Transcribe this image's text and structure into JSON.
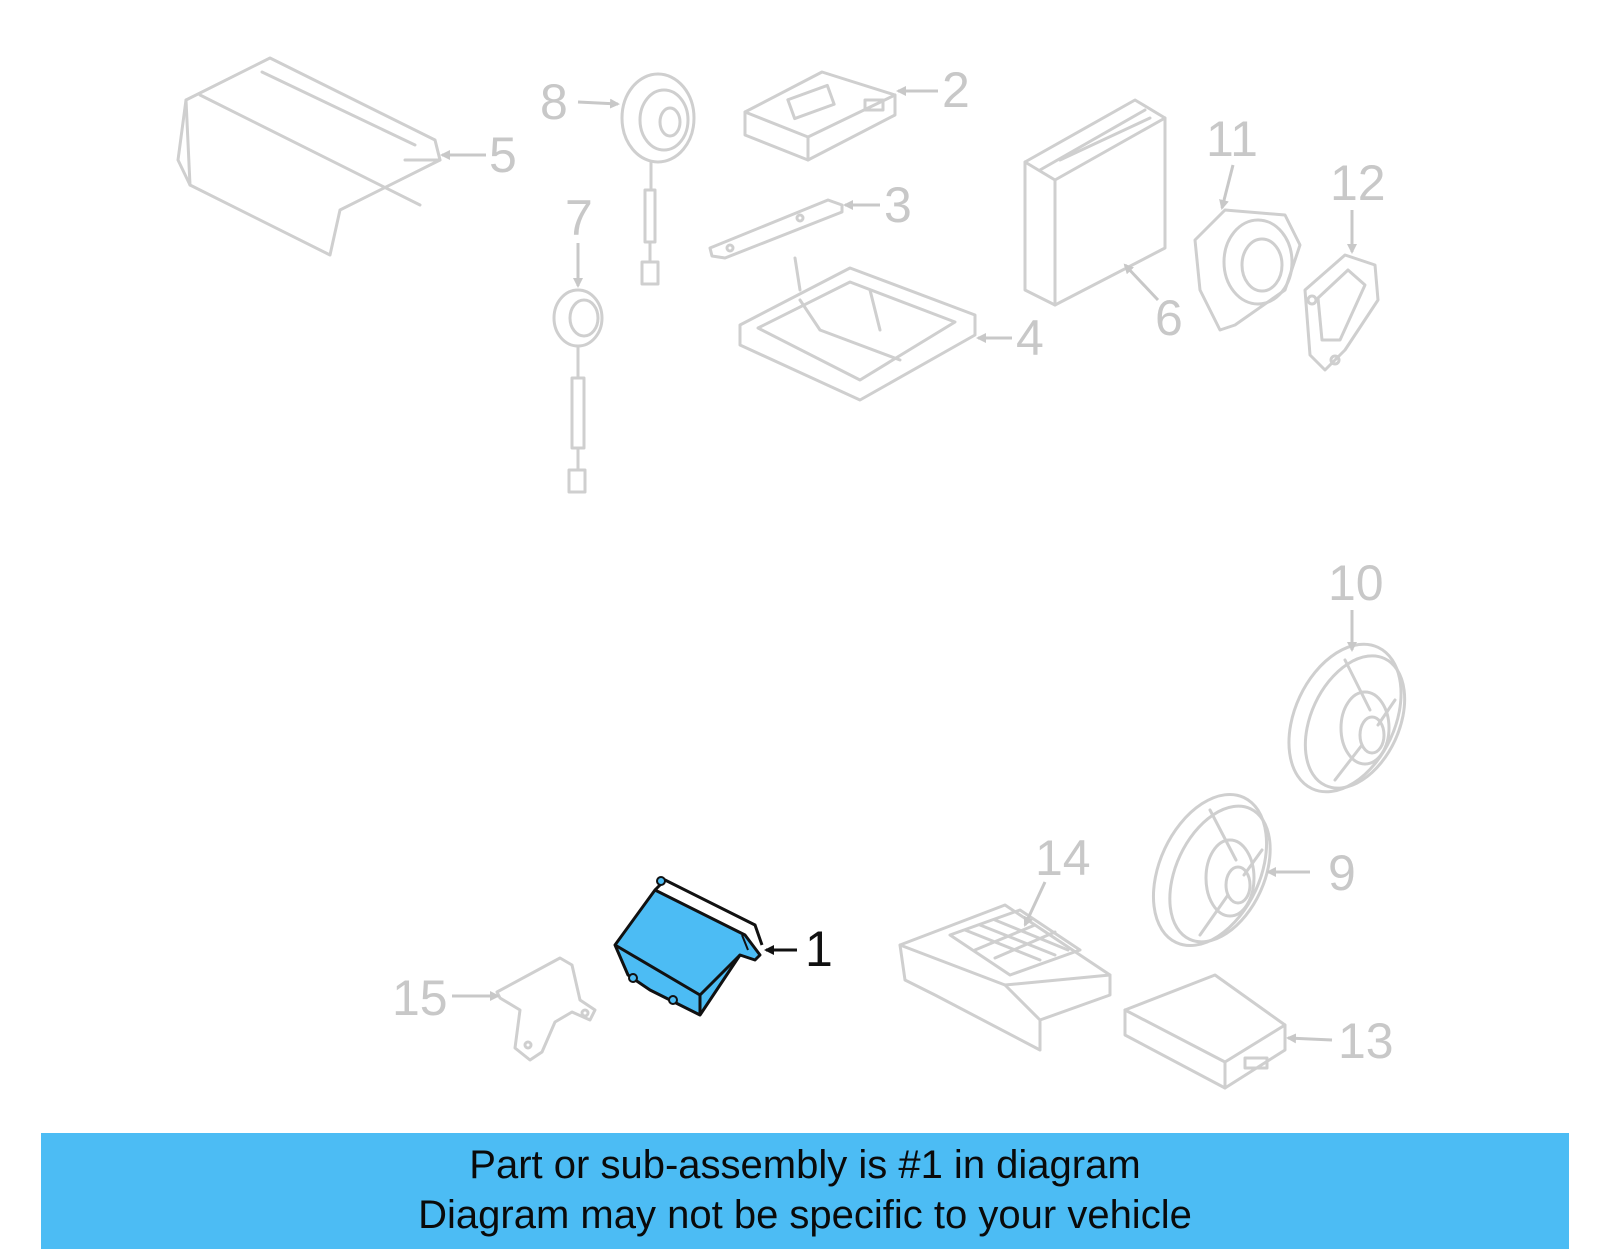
{
  "banner": {
    "line1": "Part or sub-assembly is #1 in diagram",
    "line2": "Diagram may not be specific to your vehicle",
    "color": "#4cbcf4"
  },
  "highlight_color": "#4cbcf4",
  "callouts": [
    "1",
    "2",
    "3",
    "4",
    "5",
    "6",
    "7",
    "8",
    "9",
    "10",
    "11",
    "12",
    "13",
    "14",
    "15"
  ]
}
